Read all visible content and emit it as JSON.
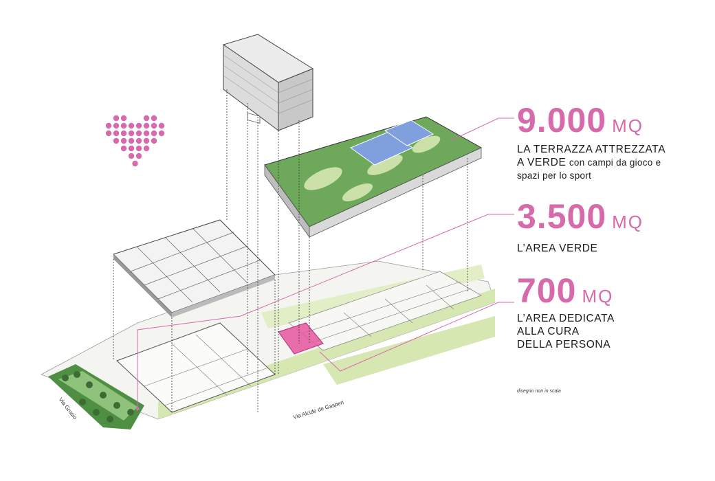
{
  "colors": {
    "accent": "#d66aaa",
    "highlight": "#e8559f",
    "green": "#cfe3a6",
    "lawn": "#5e9b4a",
    "solar": "#7fa0dd"
  },
  "stats": [
    {
      "value": "9.000",
      "unit": "MQ",
      "caption_line1": "LA TERRAZZA ATTREZZATA",
      "caption_line2_upper": "A VERDE",
      "caption_line2_rest": "con campi da gioco e",
      "caption_line3": "spazi per lo sport"
    },
    {
      "value": "3.500",
      "unit": "MQ",
      "caption_line1": "L’AREA VERDE"
    },
    {
      "value": "700",
      "unit": "MQ",
      "caption_line1": "L’AREA DEDICATA",
      "caption_line2": "ALLA CURA",
      "caption_line3": "DELLA PERSONA"
    }
  ],
  "note": "disegno non in scala",
  "streets": {
    "via_grosio": "Via Grosio",
    "via_de_gasperi": "Via Alcide de Gasperi"
  },
  "icons": {
    "heart": "heart-dots-icon"
  }
}
